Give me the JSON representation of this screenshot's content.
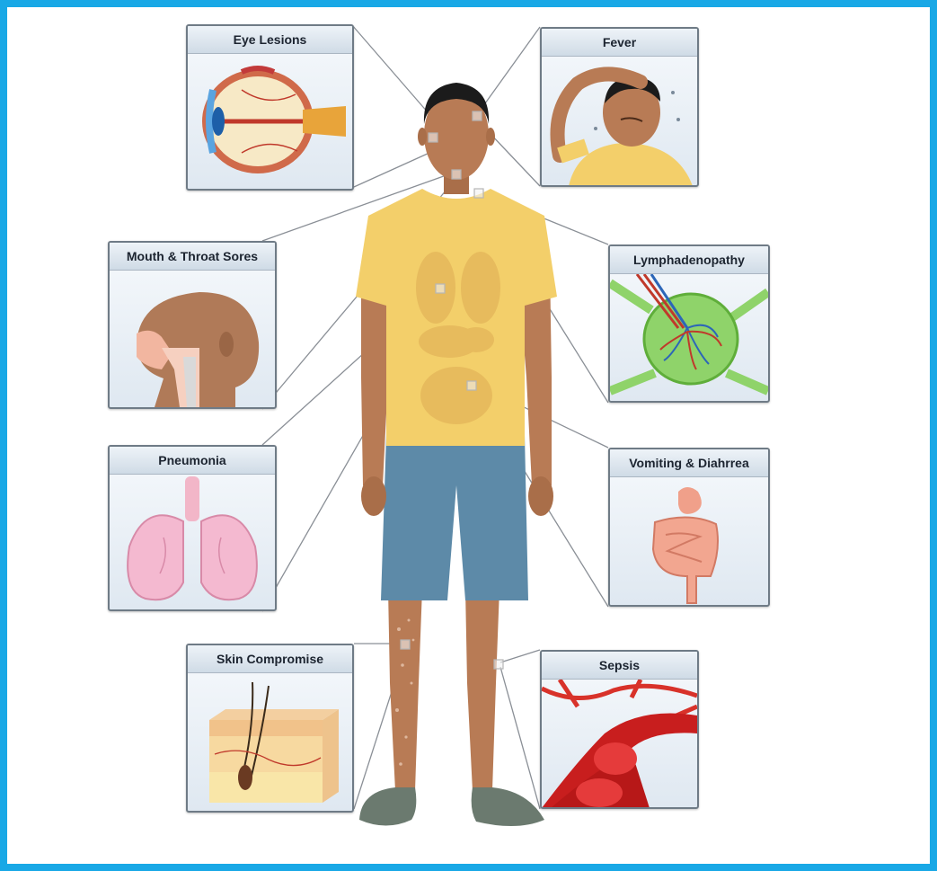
{
  "panels": {
    "eye_lesions": {
      "title": "Eye Lesions"
    },
    "fever": {
      "title": "Fever"
    },
    "mouth_throat_sores": {
      "title": "Mouth & Throat Sores"
    },
    "lymphadenopathy": {
      "title": "Lymphadenopathy"
    },
    "pneumonia": {
      "title": "Pneumonia"
    },
    "vomiting_diahrrea": {
      "title": "Vomiting & Diahrrea"
    },
    "skin_compromise": {
      "title": "Skin Compromise"
    },
    "sepsis": {
      "title": "Sepsis"
    }
  },
  "colors": {
    "border": "#19a8e6",
    "skin": "#b87b55",
    "shirt": "#f3cf6a",
    "shorts": "#5d8aa8",
    "shoes": "#6b7a6f",
    "hair": "#1b1b1b"
  },
  "icons": [
    "eye-anatomy-icon",
    "fever-person-icon",
    "head-profile-icon",
    "lymph-node-icon",
    "lungs-icon",
    "intestines-icon",
    "skin-layers-icon",
    "blood-vessel-icon",
    "human-figure-icon"
  ]
}
